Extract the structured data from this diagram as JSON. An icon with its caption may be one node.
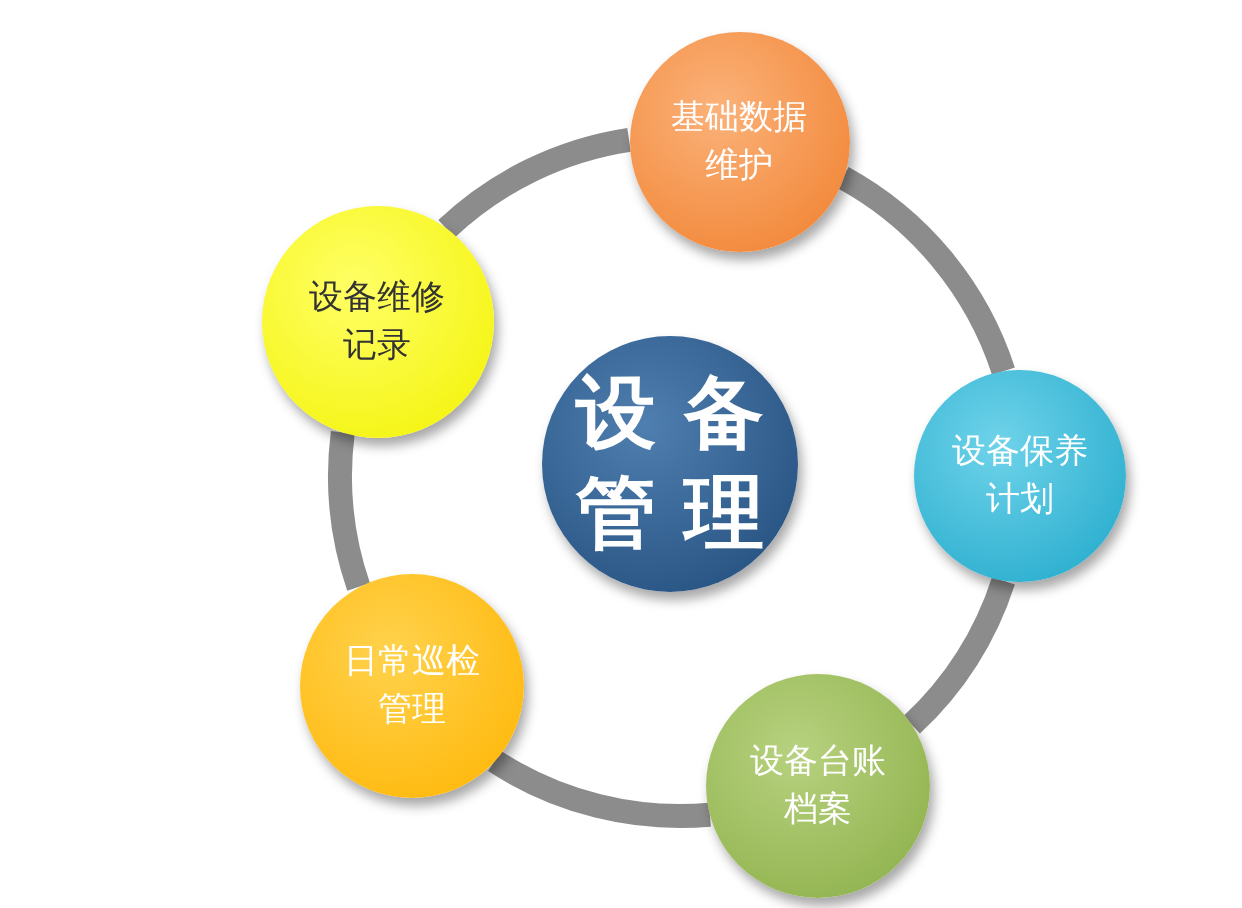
{
  "diagram": {
    "nodes": [
      {
        "text": [
          "设备管理"
        ]
      },
      {
        "text": [
          "基础数据维护"
        ]
      },
      {
        "text": [
          "设备保养计划"
        ]
      },
      {
        "text": [
          "设备台账档案"
        ]
      },
      {
        "text": [
          "日常巡检管理"
        ]
      },
      {
        "text": [
          "设备维修记录"
        ]
      }
    ],
    "edges": [
      {
        "from": 1,
        "to": 2,
        "arrow": "none"
      },
      {
        "from": 2,
        "to": 3,
        "arrow": "none"
      },
      {
        "from": 3,
        "to": 4,
        "arrow": "none"
      },
      {
        "from": 4,
        "to": 5,
        "arrow": "none"
      },
      {
        "from": 5,
        "to": 1,
        "arrow": "none"
      }
    ]
  }
}
